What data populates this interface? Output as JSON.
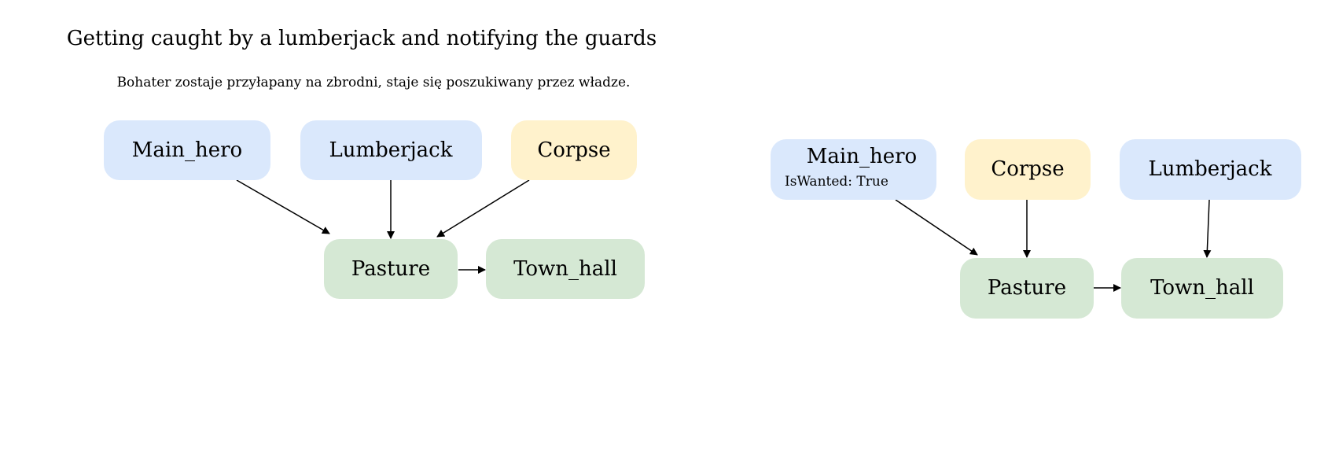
{
  "diagram": {
    "title": "Getting caught by a lumberjack and notifying the guards",
    "subtitle": "Bohater zostaje przyłapany na zbrodni, staje się poszukiwany przez władze.",
    "colors": {
      "character": "#dae8fc",
      "item": "#fff2cc",
      "location": "#d5e8d4",
      "edge": "#000000"
    },
    "before": {
      "nodes": {
        "main_hero": {
          "label": "Main_hero",
          "kind": "character"
        },
        "lumberjack": {
          "label": "Lumberjack",
          "kind": "character"
        },
        "corpse": {
          "label": "Corpse",
          "kind": "item"
        },
        "pasture": {
          "label": "Pasture",
          "kind": "location"
        },
        "town_hall": {
          "label": "Town_hall",
          "kind": "location"
        }
      },
      "edges": [
        {
          "from": "main_hero",
          "to": "pasture"
        },
        {
          "from": "lumberjack",
          "to": "pasture"
        },
        {
          "from": "corpse",
          "to": "pasture"
        },
        {
          "from": "pasture",
          "to": "town_hall"
        }
      ]
    },
    "after": {
      "nodes": {
        "main_hero": {
          "label": "Main_hero",
          "attribute": "IsWanted: True",
          "kind": "character"
        },
        "corpse": {
          "label": "Corpse",
          "kind": "item"
        },
        "lumberjack": {
          "label": "Lumberjack",
          "kind": "character"
        },
        "pasture": {
          "label": "Pasture",
          "kind": "location"
        },
        "town_hall": {
          "label": "Town_hall",
          "kind": "location"
        }
      },
      "edges": [
        {
          "from": "main_hero",
          "to": "pasture"
        },
        {
          "from": "corpse",
          "to": "pasture"
        },
        {
          "from": "pasture",
          "to": "town_hall"
        },
        {
          "from": "lumberjack",
          "to": "town_hall"
        }
      ]
    }
  }
}
